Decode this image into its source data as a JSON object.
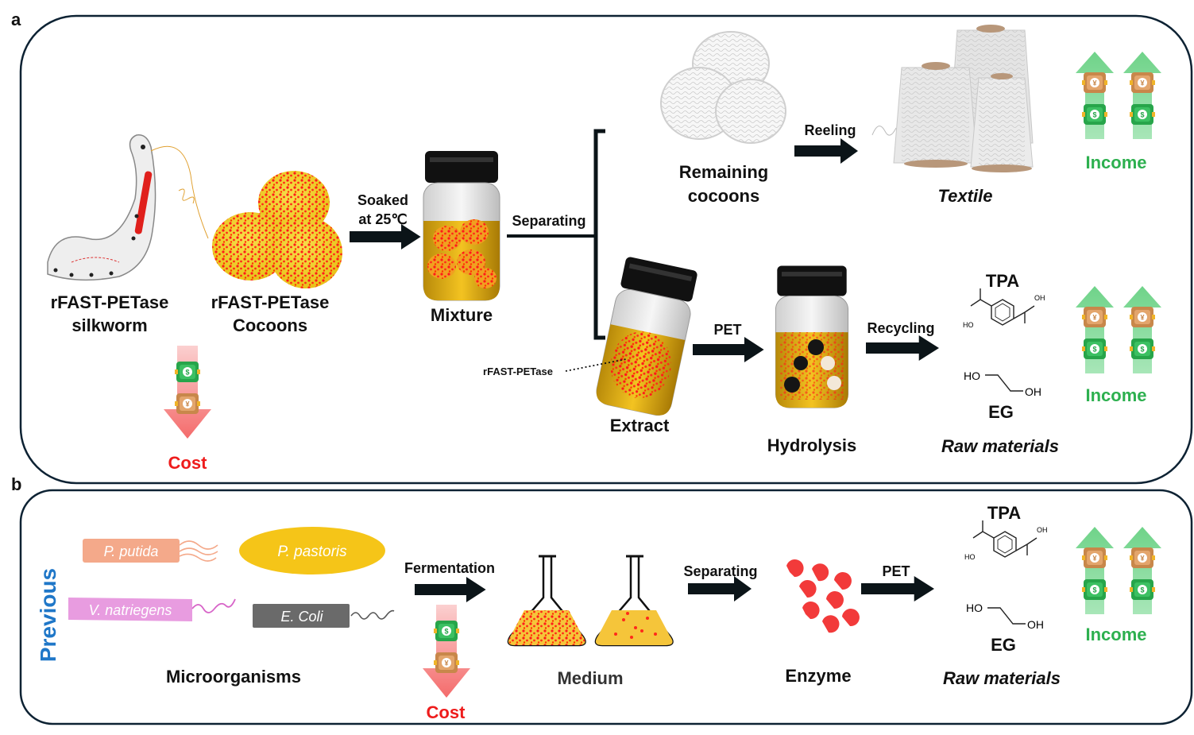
{
  "panel_a": {
    "letter": "a",
    "silkworm_label": [
      "rFAST-PETase",
      "silkworm"
    ],
    "cocoons_label": [
      "rFAST-PETase",
      "Cocoons"
    ],
    "soaked_label": [
      "Soaked",
      "at 25℃"
    ],
    "mixture_label": "Mixture",
    "separating_label": "Separating",
    "remaining_label": [
      "Remaining",
      "cocoons"
    ],
    "reeling_label": "Reeling",
    "textile_label": "Textile",
    "income_label_1": "Income",
    "extract_label": "Extract",
    "rfast_pointer_label": "rFAST-PETase",
    "pet_label": "PET",
    "hydrolysis_label": "Hydrolysis",
    "recycling_label": "Recycling",
    "tpa_label": "TPA",
    "eg_label": "EG",
    "raw_materials_label": "Raw materials",
    "income_label_2": "Income",
    "cost_label": "Cost",
    "chem": {
      "ho": "HO",
      "oh": "OH"
    }
  },
  "panel_b": {
    "letter": "b",
    "previous_label": "Previous",
    "organisms": {
      "p_putida": "P. putida",
      "p_pastoris": "P. pastoris",
      "v_natriegens": "V. natriegens",
      "e_coli": "E. Coli"
    },
    "microorganisms_label": "Microorganisms",
    "fermentation_label": "Fermentation",
    "cost_label": "Cost",
    "medium_label": "Medium",
    "separating_label": "Separating",
    "enzyme_label": "Enzyme",
    "pet_label": "PET",
    "tpa_label": "TPA",
    "eg_label": "EG",
    "raw_materials_label": "Raw materials",
    "income_label": "Income",
    "chem": {
      "ho": "HO",
      "oh": "OH"
    }
  },
  "colors": {
    "income_green": "#2db04f",
    "cost_red": "#ee1c1c",
    "previous_blue": "#1f77c8",
    "panel_border": "#0d2233",
    "arrow_fill": "#0b1418",
    "cocoon_yellow": "#f4d21a",
    "dot_red": "#ff1a1a",
    "enzyme_red": "#f23a3a",
    "p_putida_fill": "#f4a98a",
    "p_pastoris_fill": "#f5c518",
    "v_natriegens_fill": "#e89ce0",
    "e_coli_fill": "#6a6a6a"
  },
  "icons": [
    "silkworm-icon",
    "cocoon-icon",
    "jar-icon",
    "thread-spool-icon",
    "money-up-arrow-icon",
    "money-down-arrow-icon",
    "flask-icon",
    "enzyme-icon",
    "benzene-ring-icon"
  ]
}
